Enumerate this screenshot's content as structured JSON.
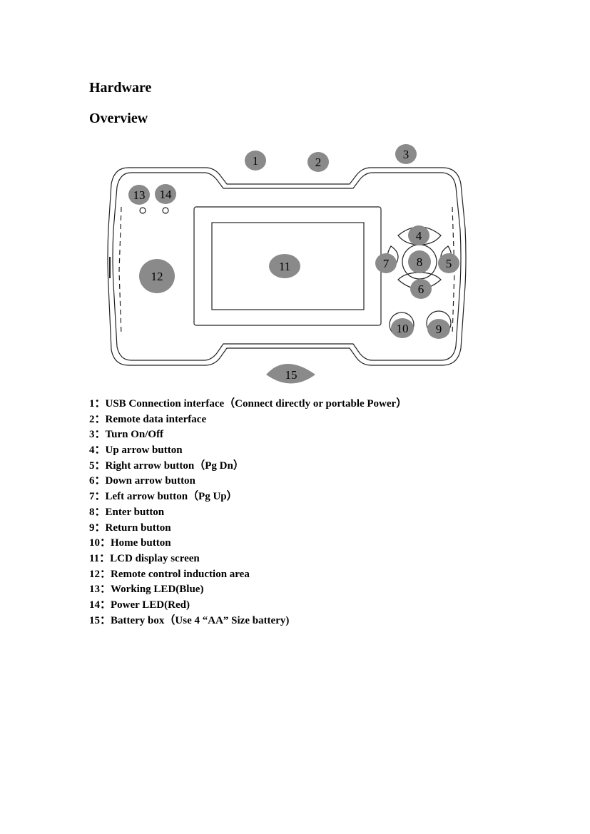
{
  "document": {
    "heading_1": "Hardware",
    "heading_2": "Overview"
  },
  "diagram": {
    "callouts": [
      "1",
      "2",
      "3",
      "4",
      "5",
      "6",
      "7",
      "8",
      "9",
      "10",
      "11",
      "12",
      "13",
      "14",
      "15"
    ],
    "callout_fill": "#8a8a8a",
    "line_color": "#222222"
  },
  "legend": [
    "1：USB Connection interface（Connect directly or portable Power）",
    "2：Remote data interface",
    "3：Turn On/Off",
    "4：Up arrow button",
    "5：Right arrow button（Pg Dn）",
    "6：Down arrow button",
    "7：Left arrow button（Pg Up）",
    "8：Enter button",
    "9：Return button",
    "10：Home button",
    "11：LCD display screen",
    "12：Remote control induction area",
    "13：Working LED(Blue)",
    "14：Power LED(Red)",
    "15：Battery box（Use 4 “AA” Size battery)"
  ]
}
